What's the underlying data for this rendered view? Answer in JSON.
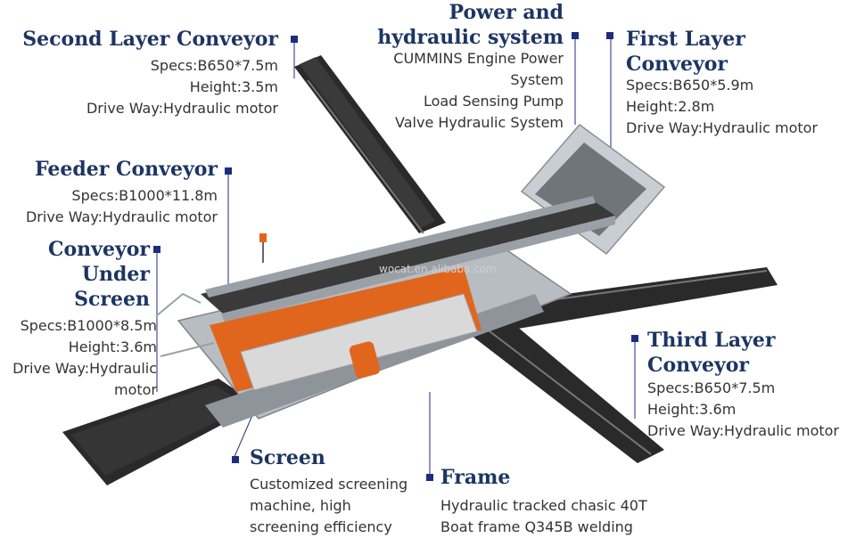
{
  "watermark": "wocat.en.alibaba.com",
  "colors": {
    "title": "#1c3563",
    "text": "#333333",
    "marker": "#1c2d80",
    "orange": "#e0661e",
    "belt": "#2a2a2a",
    "steel": "#9aa0a6"
  },
  "labels": {
    "second_layer": {
      "title": "Second Layer Conveyor",
      "lines": [
        "Specs:B650*7.5m",
        "Height:3.5m",
        "Drive Way:Hydraulic motor"
      ]
    },
    "power": {
      "title_lines": [
        "Power and",
        "hydraulic system"
      ],
      "lines": [
        "CUMMINS Engine Power",
        "System",
        "Load Sensing Pump",
        "Valve Hydraulic System"
      ]
    },
    "first_layer": {
      "title_lines": [
        "First Layer",
        "Conveyor"
      ],
      "lines": [
        "Specs:B650*5.9m",
        "Height:2.8m",
        "Drive Way:Hydraulic motor"
      ]
    },
    "feeder": {
      "title": "Feeder Conveyor",
      "lines": [
        "Specs:B1000*11.8m",
        "Drive Way:Hydraulic motor"
      ]
    },
    "under_screen": {
      "title_lines": [
        "Conveyor",
        "Under",
        "Screen"
      ],
      "lines": [
        "Specs:B1000*8.5m",
        "Height:3.6m",
        "Drive Way:Hydraulic",
        "motor"
      ]
    },
    "third_layer": {
      "title_lines": [
        "Third Layer",
        "Conveyor"
      ],
      "lines": [
        "Specs:B650*7.5m",
        "Height:3.6m",
        "Drive Way:Hydraulic motor"
      ]
    },
    "screen": {
      "title": "Screen",
      "lines": [
        "Customized screening",
        "machine, high",
        "screening efficiency"
      ]
    },
    "frame": {
      "title": "Frame",
      "lines": [
        "Hydraulic tracked chasic 40T",
        "Boat frame Q345B welding"
      ]
    }
  }
}
